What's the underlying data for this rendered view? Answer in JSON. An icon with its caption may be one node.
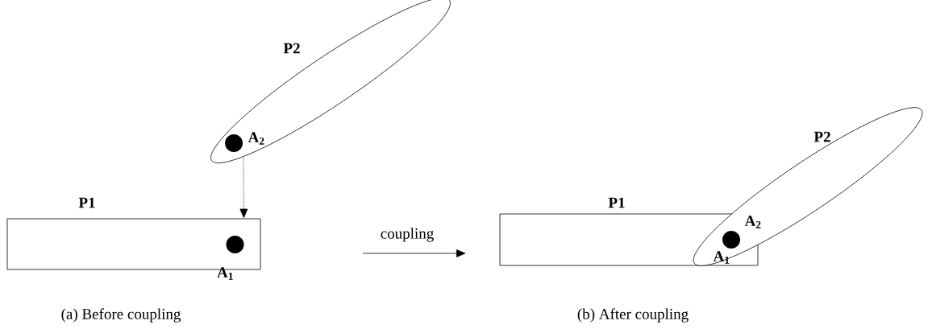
{
  "diagram": {
    "nodes": [
      {
        "text": [
          "P2"
        ]
      },
      {
        "text": [],
        "shape": "circle",
        "in": 0,
        "beside": [
          "A$_{2}$"
        ]
      },
      {
        "text": [
          "P1"
        ]
      },
      {
        "text": [],
        "shape": "circle",
        "in": 2,
        "beside": [
          "A$_{1}$"
        ]
      },
      {
        "text": [
          "P1"
        ]
      },
      {
        "text": [
          "P2"
        ]
      },
      {
        "text": [],
        "shape": "circle",
        "beside": [
          "A$_{2}$",
          "A$_{1}$"
        ]
      }
    ],
    "edges": [
      {
        "from": 0,
        "to": 2,
        "arrow": "to",
        "style": "dashed"
      }
    ],
    "labels": [
      "coupling",
      "(a) Before coupling",
      "(b) After coupling"
    ]
  }
}
